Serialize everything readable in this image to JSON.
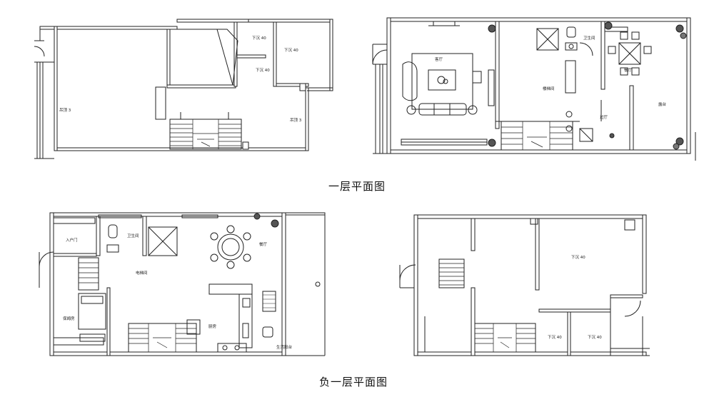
{
  "captions": {
    "ground_floor": "一层平面图",
    "basement": "负一层平面图"
  },
  "ground_floor_left": {
    "rooms": [
      "下沉 40",
      "下沉 40",
      "下沉 40",
      "吊顶 3",
      "吊顶 3"
    ]
  },
  "ground_floor_right": {
    "rooms": [
      "客厅",
      "楼梯间",
      "过厅",
      "卫生间",
      "餐厅",
      "露台"
    ]
  },
  "basement_left": {
    "rooms": [
      "卫生间",
      "入户门",
      "电梯间",
      "餐厅",
      "保姆房",
      "厨房",
      "生活阳台"
    ]
  },
  "basement_right": {
    "rooms": [
      "下沉 40",
      "下沉 40",
      "下沉 40"
    ]
  }
}
